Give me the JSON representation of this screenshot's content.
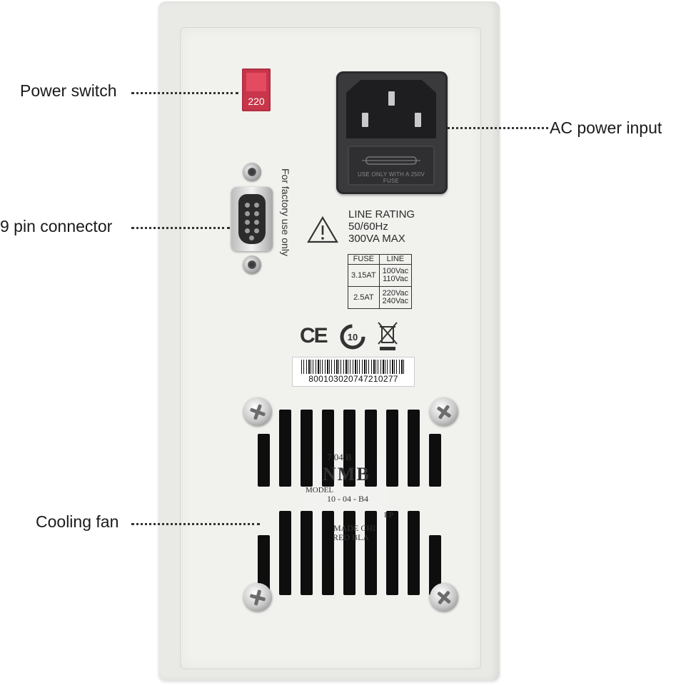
{
  "callouts": {
    "power_switch": "Power switch",
    "nine_pin": "9 pin connector",
    "ac_input": "AC power input",
    "cooling_fan": "Cooling fan"
  },
  "switch": {
    "label": "220",
    "color": "#c9354a"
  },
  "serial": {
    "note": "For factory use only"
  },
  "inlet": {
    "fuse_text": "USE ONLY WITH A 250V FUSE"
  },
  "rating": {
    "title": "LINE RATING",
    "freq": "50/60Hz",
    "power": "300VA MAX"
  },
  "fuse_table": {
    "headers": [
      "FUSE",
      "LINE"
    ],
    "rows": [
      {
        "fuse": "3.15AT",
        "line1": "100Vac",
        "line2": "110Vac"
      },
      {
        "fuse": "2.5AT",
        "line1": "220Vac",
        "line2": "240Vac"
      }
    ]
  },
  "marks": {
    "ce": "CE",
    "ten": "10"
  },
  "barcode": {
    "number": "800103020747210277"
  },
  "fan": {
    "brand": "NMB",
    "code": "7 04 B",
    "model": "MODEL",
    "model_no": "10 - 04 - B4",
    "made": "MADE CHI",
    "wires": "RED BLA",
    "ep": "EP"
  }
}
